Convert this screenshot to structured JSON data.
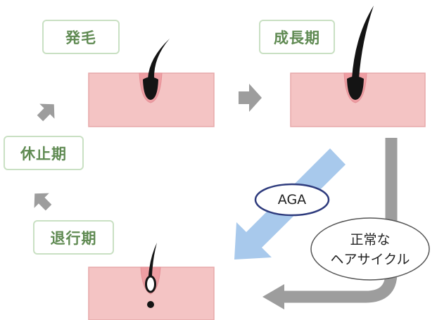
{
  "stages": {
    "hatsumo": "発毛",
    "seicho": "成長期",
    "taikou": "退行期",
    "kyushi": "休止期"
  },
  "aga_label": "AGA",
  "normal_cycle": {
    "line1": "正常な",
    "line2": "ヘアサイクル"
  },
  "colors": {
    "skin": "#f4c4c4",
    "skin_border": "#e7a9aa",
    "hair": "#141414",
    "gray_arrow": "#9d9d9d",
    "aga_arrow": "#a8c9ec",
    "aga_oval_border": "#2e3b7d",
    "label_text": "#5f8a52",
    "label_border": "#c9e0c3"
  }
}
